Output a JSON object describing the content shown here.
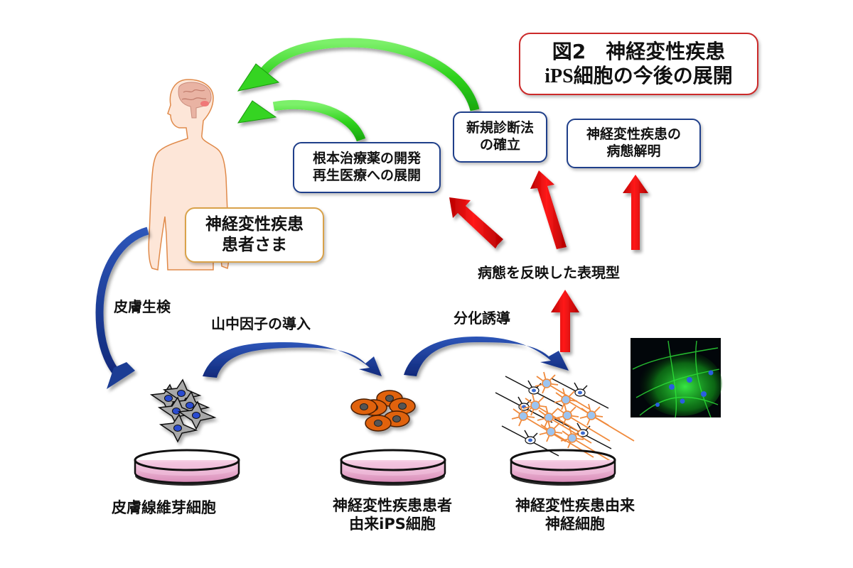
{
  "title": {
    "line1": "図2　神経変性疾患",
    "line2": "iPS細胞の今後の展開"
  },
  "outcome_boxes": {
    "therapy": {
      "line1": "根本治療薬の開発",
      "line2": "再生医療への展開"
    },
    "diagnosis": {
      "line1": "新規診断法",
      "line2": "の確立"
    },
    "pathology": {
      "line1": "神経変性疾患の",
      "line2": "病態解明"
    }
  },
  "patient_box": {
    "line1": "神経変性疾患",
    "line2": "患者さま"
  },
  "phenotype_label": "病態を反映した表現型",
  "process_steps": {
    "biopsy": "皮膚生検",
    "yamanaka": "山中因子の導入",
    "differentiation": "分化誘導"
  },
  "dish_labels": {
    "fibroblast": "皮膚線維芽細胞",
    "ips": {
      "line1": "神経変性疾患患者",
      "line2": "由来iPS細胞"
    },
    "neuron": {
      "line1": "神経変性疾患由来",
      "line2": "神経細胞"
    }
  },
  "icons": {
    "patient": "human-body-with-brain-icon",
    "fibroblast_cells": "fibroblast-cells-icon",
    "ips_cells": "ips-cells-icon",
    "neuron_cells": "neuron-cells-icon",
    "culture_dish": "petri-dish-icon",
    "micrograph": "fluorescence-micrograph-image"
  },
  "colors": {
    "green_arrow": "#3dd62a",
    "red_arrow": "#e00000",
    "blue_arrow": "#1b3d94",
    "title_border": "#cc2a2a",
    "box_border": "#1f3f8a",
    "patient_box_border": "#d9a24a",
    "body_fill": "#fde6d8",
    "body_outline": "#e08a4a",
    "dish_medium": "#e8a8cc",
    "ips_cell": "#e0620e",
    "neuron": "#f08a3c"
  }
}
